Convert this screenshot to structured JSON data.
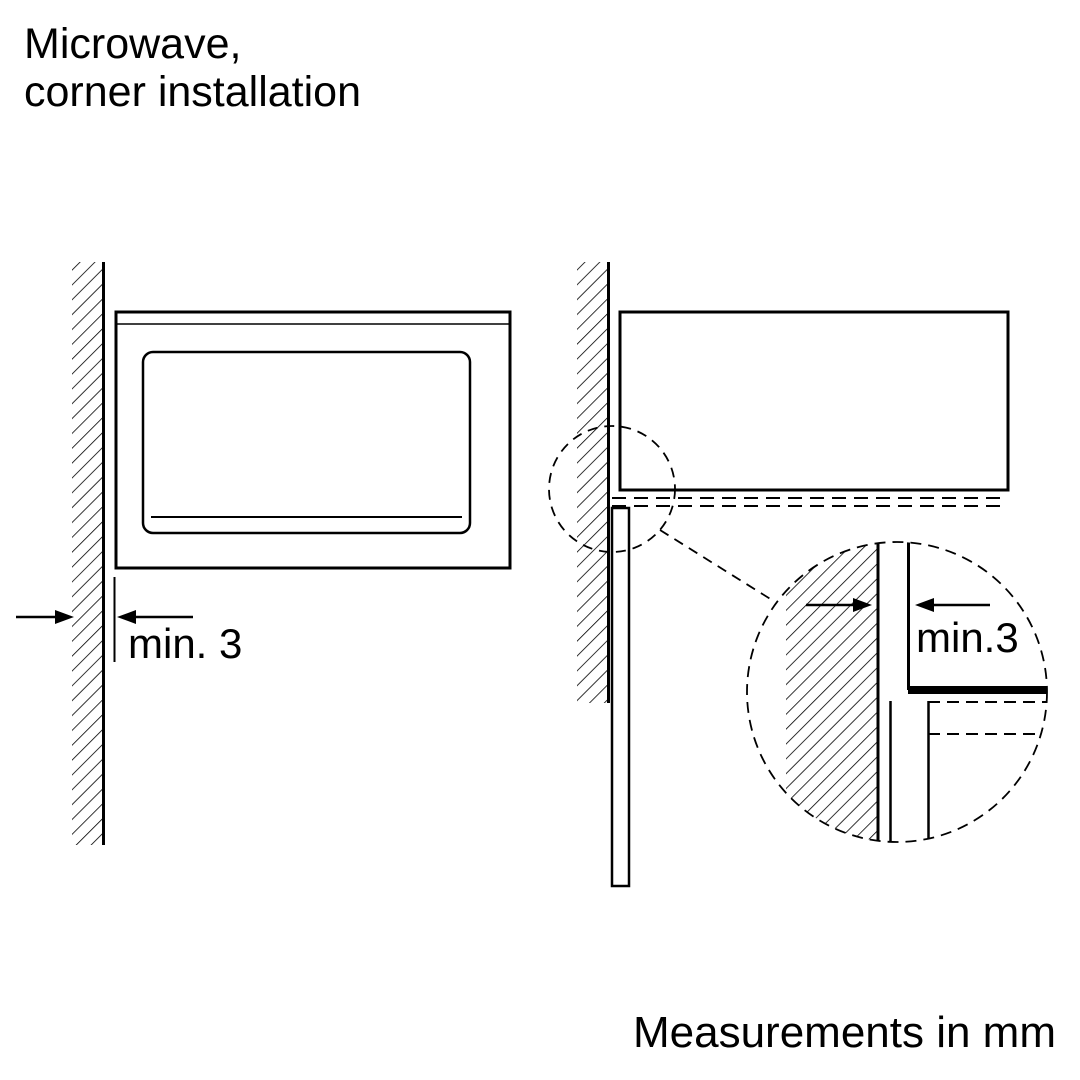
{
  "title": {
    "line1": "Microwave,",
    "line2": "corner installation"
  },
  "labels": {
    "left_gap": "min. 3",
    "detail_gap": "min.3"
  },
  "footer": "Measurements in mm",
  "colors": {
    "ink": "#000000",
    "background": "#ffffff"
  }
}
